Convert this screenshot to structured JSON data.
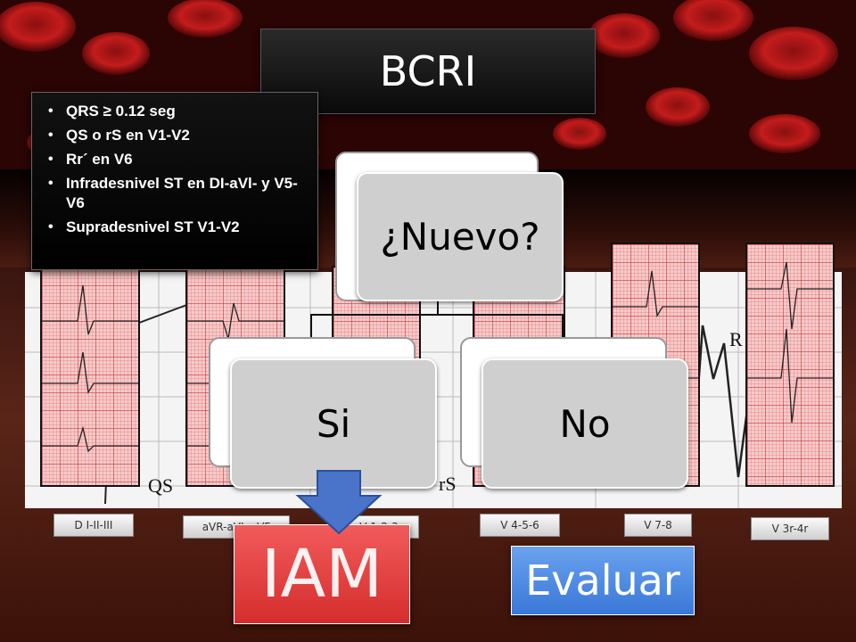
{
  "title": "BCRI",
  "criteria": [
    "QRS  ≥ 0.12 seg",
    "QS o rS en V1-V2",
    "Rr´ en V6",
    "Infradesnivel ST en DI-aVl- y V5-V6",
    "Supradesnivel ST V1-V2"
  ],
  "question": "¿Nuevo?",
  "branch_yes": "Si",
  "branch_no": "No",
  "outcome_yes": "IAM",
  "outcome_no": "Evaluar",
  "lead_labels": {
    "d": "D I-II-III",
    "avr": "aVR-aVL-aVF",
    "v123": "V 1-2-3",
    "v456": "V 4-5-6",
    "v78": "V 7-8",
    "v3r4r": "V 3r-4r"
  },
  "waveform_labels": {
    "qs": "QS",
    "rs": "rS",
    "r": "R"
  },
  "colors": {
    "iam": "#e23f3f",
    "evaluar": "#4a86e0",
    "arrow": "#4a74c9"
  }
}
